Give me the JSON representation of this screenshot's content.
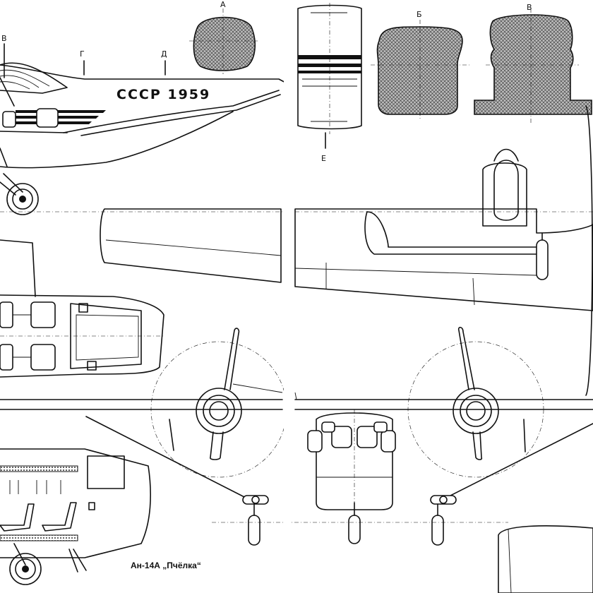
{
  "registration": "СССР 1959",
  "section_labels": {
    "a": "А",
    "b": "Б",
    "v": "В",
    "v_side": "В",
    "g": "Г",
    "d": "Д",
    "e": "Е"
  },
  "caption": "Ан-14А „Пчёлка“"
}
